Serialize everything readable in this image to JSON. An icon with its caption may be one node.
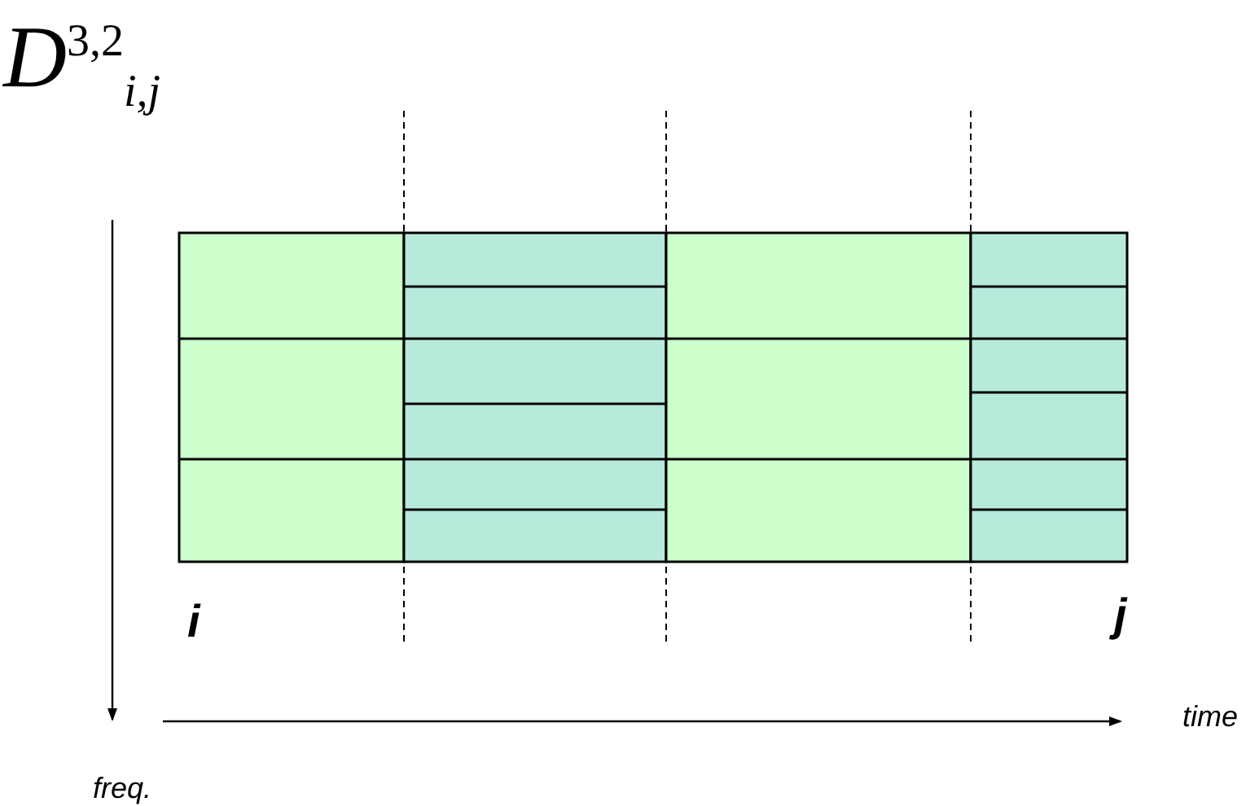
{
  "diagram": {
    "title": "D$^{3,2}$$_{i,j}$",
    "labels": [
      "i",
      "j",
      "time",
      "freq."
    ]
  }
}
